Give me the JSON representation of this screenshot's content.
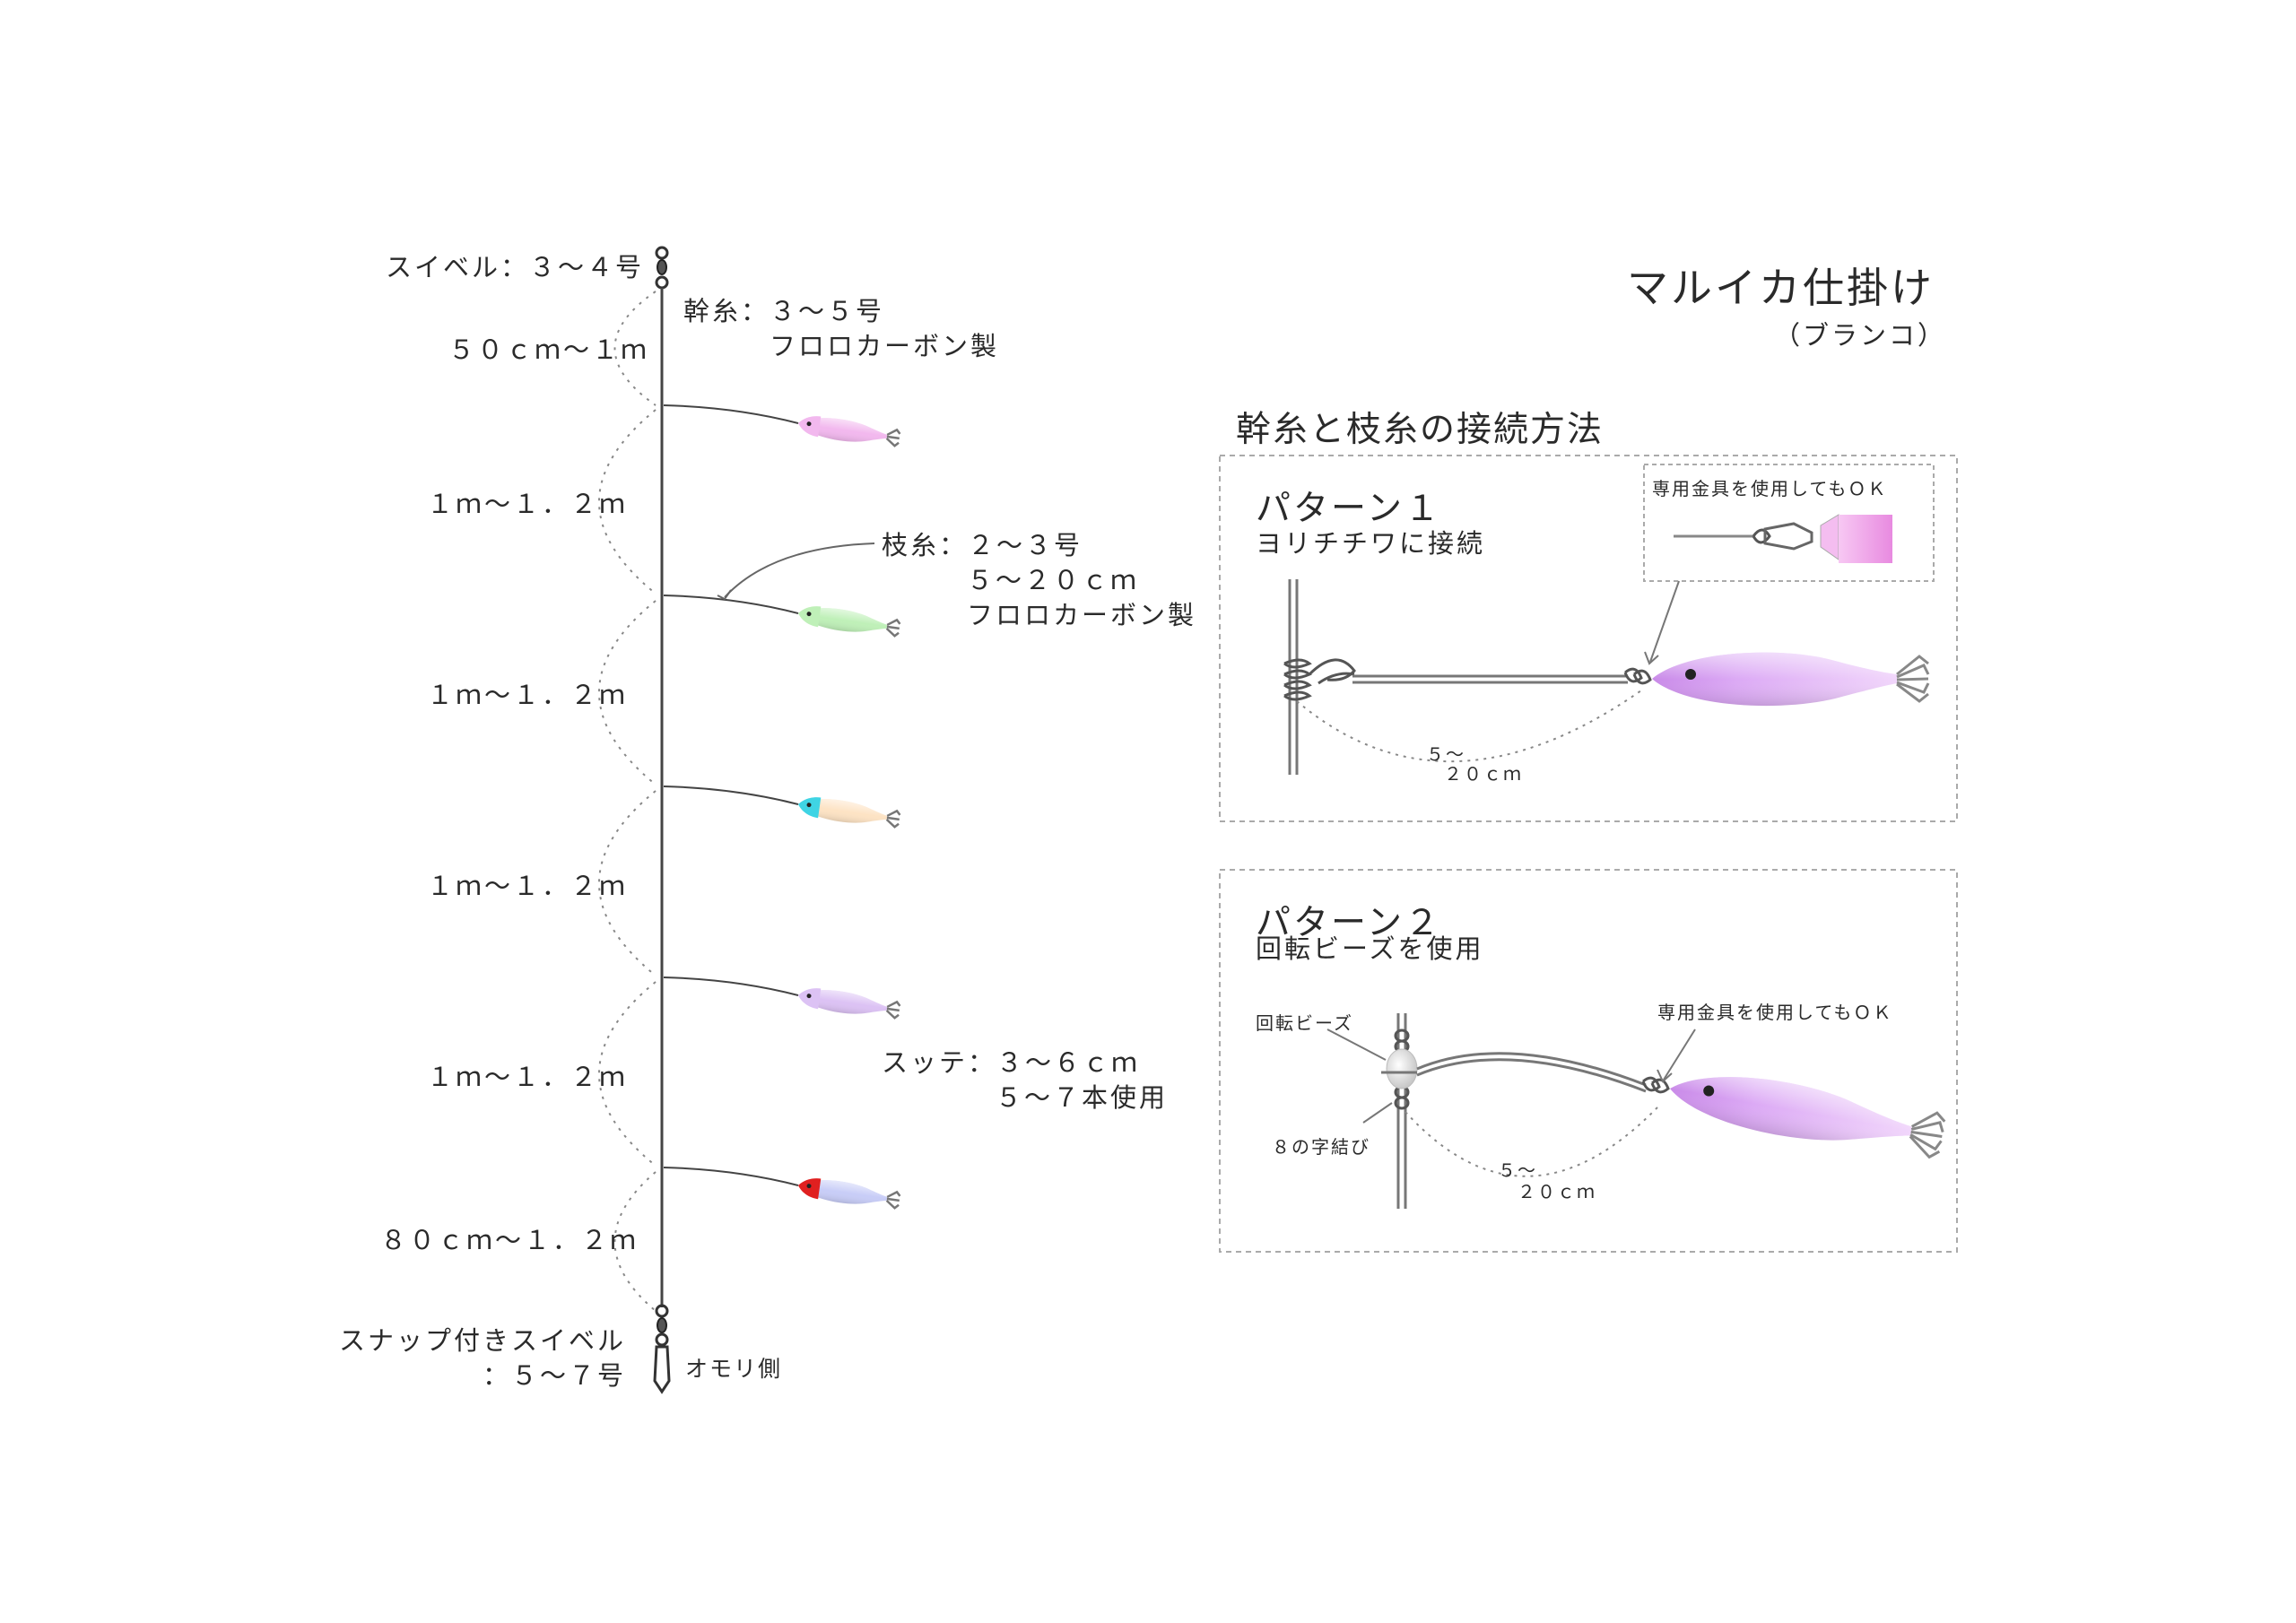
{
  "title": "マルイカ仕掛け",
  "subtitle": "（ブランコ）",
  "rig": {
    "top_swivel": "スイベル：３～４号",
    "main_line": [
      "幹糸：３～５号",
      "フロロカーボン製"
    ],
    "top_gap": "５０ｃｍ～１ｍ",
    "gaps": [
      "１ｍ～１．２ｍ",
      "１ｍ～１．２ｍ",
      "１ｍ～１．２ｍ",
      "１ｍ～１．２ｍ"
    ],
    "bottom_gap": "８０ｃｍ～１．２ｍ",
    "branch_line": [
      "枝糸：２～３号",
      "５～２０ｃｍ",
      "フロロカーボン製"
    ],
    "sutte": [
      "スッテ：３～６ｃｍ",
      "５～７本使用"
    ],
    "snap_swivel": [
      "スナップ付きスイベル",
      "：５～７号"
    ],
    "sinker_side": "オモリ側",
    "lure_colors": [
      "#f2b8ee",
      "#bff0b8",
      "#fde3c4",
      "#dcc2f4",
      "#c8cdf7"
    ],
    "lure_head_colors": [
      "#f2b8ee",
      "#bff0b8",
      "#3fd4e4",
      "#dcc2f4",
      "#e02020"
    ]
  },
  "connection": {
    "heading": "幹糸と枝糸の接続方法",
    "pattern1": {
      "title": "パターン１",
      "desc": "ヨリチチワに接続",
      "inset_label": "専用金具を使用してもＯＫ",
      "distance": [
        "５～",
        "２０ｃｍ"
      ]
    },
    "pattern2": {
      "title": "パターン２",
      "desc": "回転ビーズを使用",
      "bead_label": "回転ビーズ",
      "knot_label": "８の字結び",
      "metal_label": "専用金具を使用してもＯＫ",
      "distance": [
        "５～",
        "２０ｃｍ"
      ]
    }
  }
}
